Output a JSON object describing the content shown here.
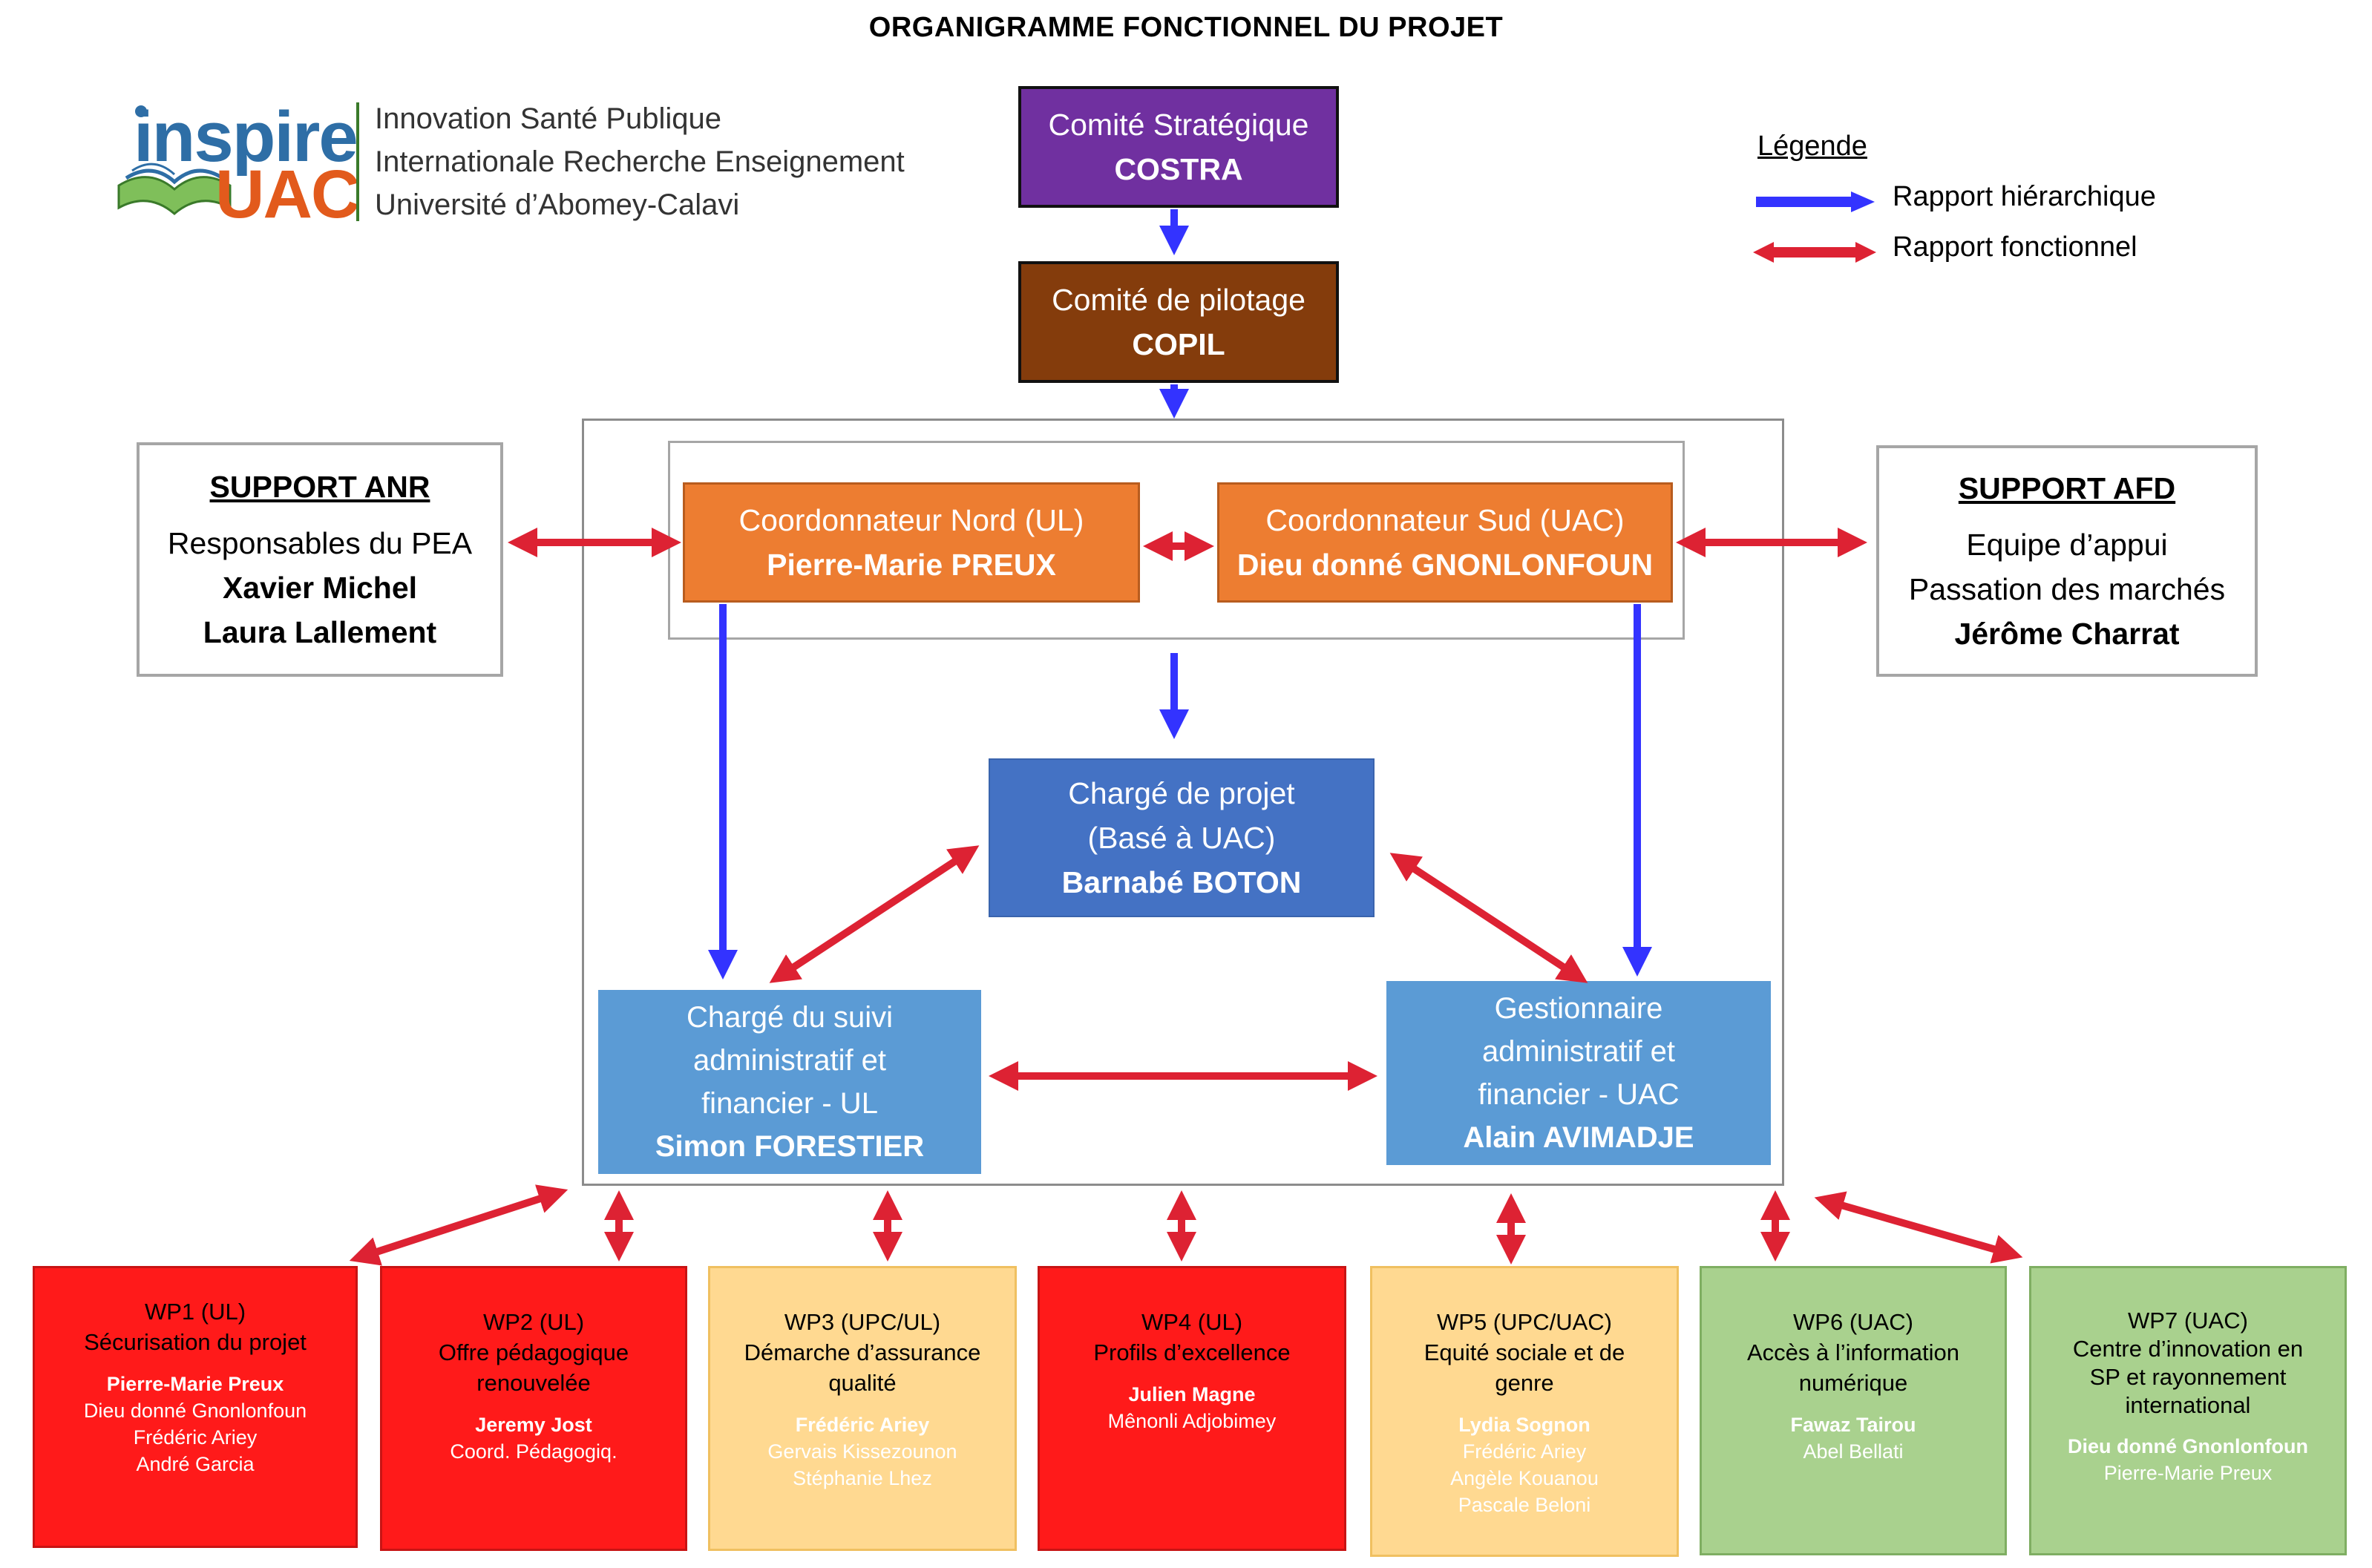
{
  "title": "ORGANIGRAMME FONCTIONNEL DU PROJET",
  "logo": {
    "word1": "inspire",
    "word2": "UAC",
    "lines": [
      "Innovation Santé Publique",
      "Internationale Recherche Enseignement",
      "Université d’Abomey-Calavi"
    ]
  },
  "legend": {
    "title": "Légende",
    "hierarchical": "Rapport hiérarchique",
    "functional": "Rapport fonctionnel",
    "hierarchical_color": "#3333ff",
    "functional_color": "#dd2233"
  },
  "costra": {
    "line1": "Comité Stratégique",
    "line2": "COSTRA",
    "color": "#7030a0"
  },
  "copil": {
    "line1": "Comité de pilotage",
    "line2": "COPIL",
    "color": "#843c0c"
  },
  "support_anr": {
    "title": "SUPPORT ANR",
    "line1": "Responsables du PEA",
    "line2": "Xavier Michel",
    "line3": "Laura Lallement"
  },
  "support_afd": {
    "title": "SUPPORT AFD",
    "line1": "Equipe d’appui",
    "line2": "Passation des marchés",
    "line3": "Jérôme Charrat"
  },
  "coord_nord": {
    "line1": "Coordonnateur Nord (UL)",
    "line2": "Pierre-Marie PREUX",
    "color": "#ed7d31"
  },
  "coord_sud": {
    "line1": "Coordonnateur Sud (UAC)",
    "line2": "Dieu donné GNONLONFOUN",
    "color": "#ed7d31"
  },
  "charge_projet": {
    "line1": "Chargé de projet",
    "line2": "(Basé à UAC)",
    "line3": "Barnabé BOTON",
    "color": "#4472c4"
  },
  "charge_suivi": {
    "line1": "Chargé du suivi",
    "line2": "administratif et",
    "line3": "financier - UL",
    "line4": "Simon FORESTIER",
    "color": "#5b9bd5"
  },
  "gestionnaire": {
    "line1": "Gestionnaire",
    "line2": "administratif et",
    "line3": "financier - UAC",
    "line4": "Alain AVIMADJE",
    "color": "#5b9bd5"
  },
  "work_packages": [
    {
      "head": [
        "WP1 (UL)",
        "Sécurisation du projet"
      ],
      "lead": "Pierre-Marie Preux",
      "members": [
        "Dieu donné Gnonlonfoun",
        "Frédéric Ariey",
        "André Garcia"
      ],
      "color": "#ff1a1a"
    },
    {
      "head": [
        "WP2 (UL)",
        "Offre pédagogique",
        "renouvelée"
      ],
      "lead": "Jeremy Jost",
      "members": [
        "Coord. Pédagogiq."
      ],
      "color": "#ff1a1a"
    },
    {
      "head": [
        "WP3 (UPC/UL)",
        "Démarche d’assurance",
        "qualité"
      ],
      "lead": "Frédéric Ariey",
      "members": [
        "Gervais Kissezounon",
        "Stéphanie Lhez"
      ],
      "color": "#ffd991"
    },
    {
      "head": [
        "WP4 (UL)",
        "Profils d’excellence"
      ],
      "lead": "Julien Magne",
      "members": [
        "Mênonli Adjobimey"
      ],
      "color": "#ff1a1a"
    },
    {
      "head": [
        "WP5 (UPC/UAC)",
        "Equité sociale et de",
        "genre"
      ],
      "lead": "Lydia Sognon",
      "members": [
        "Frédéric Ariey",
        "Angèle Kouanou",
        "Pascale Beloni"
      ],
      "color": "#ffd991"
    },
    {
      "head": [
        "WP6 (UAC)",
        "Accès à l’information",
        "numérique"
      ],
      "lead": "Fawaz Tairou",
      "members": [
        "Abel Bellati"
      ],
      "color": "#a9d18e"
    },
    {
      "head": [
        "WP7 (UAC)",
        "Centre d’innovation en",
        "SP et rayonnement",
        "international"
      ],
      "lead": "Dieu donné Gnonlonfoun",
      "members": [
        "Pierre-Marie Preux"
      ],
      "color": "#a9d18e"
    }
  ]
}
